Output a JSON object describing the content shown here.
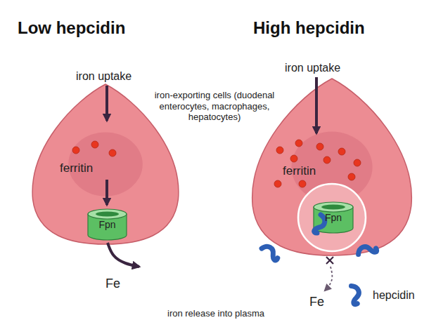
{
  "diagram": {
    "nodes": [
      {
        "text": [
          "ferritin"
        ]
      },
      {
        "text": [
          "Fpn"
        ],
        "in": 0
      },
      {
        "text": [
          "ferritin"
        ]
      },
      {
        "text": [
          "Fpn"
        ],
        "in": 2
      }
    ],
    "labels": [
      "Low hepcidin",
      "High hepcidin",
      "iron uptake",
      "iron uptake",
      "iron-exporting cells (duodenal enterocytes, macrophages, hepatocytes)",
      "Fe",
      "Fe",
      "hepcidin",
      "iron release into plasma"
    ]
  }
}
